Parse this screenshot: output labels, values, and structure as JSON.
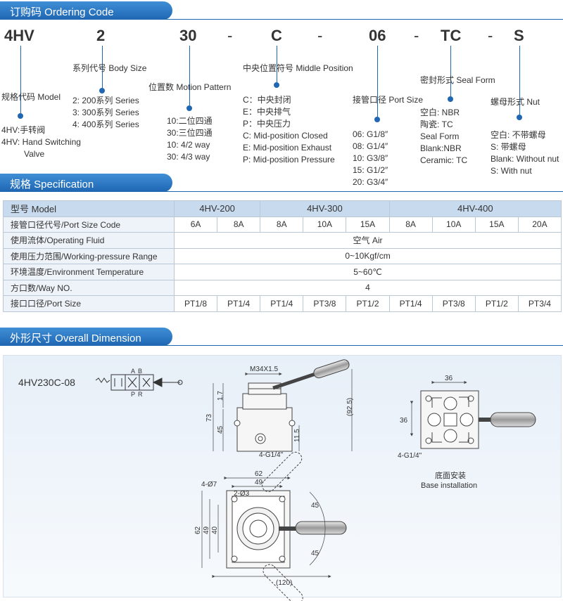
{
  "ordering": {
    "title": "订购码 Ordering Code",
    "codes": [
      "4HV",
      "2",
      "30",
      "-",
      "C",
      "-",
      "06",
      "-",
      "TC",
      "-",
      "S"
    ],
    "model_label": "规格代码 Model",
    "model_items": [
      "4HV:手转阀",
      "4HV: Hand Switching",
      "Valve"
    ],
    "body_label": "系列代号 Body Size",
    "body_items": [
      "2: 200系列 Series",
      "3: 300系列  Series",
      "4: 400系列 Series"
    ],
    "motion_label": "位置数 Motion  Pattern",
    "motion_items": [
      "10:二位四通",
      "30:三位四通",
      "10: 4/2 way",
      "30: 4/3 way"
    ],
    "middle_label": "中央位置符号 Middle Position",
    "middle_items": [
      "C：中央封闭",
      "E：中央排气",
      "P：中央压力",
      "C: Mid-position Closed",
      "E: Mid-position Exhaust",
      "P: Mid-position Pressure"
    ],
    "port_label": "接管口径 Port Size",
    "port_items": [
      "06: G1/8″",
      "08: G1/4″",
      "10: G3/8″",
      "15: G1/2″",
      "20: G3/4″"
    ],
    "seal_label": "密封形式 Seal Form",
    "seal_items": [
      "空白: NBR",
      "陶瓷: TC",
      "Seal Form",
      "Blank:NBR",
      "Ceramic:  TC"
    ],
    "nut_label": "螺母形式 Nut",
    "nut_items": [
      "空白: 不带螺母",
      "S: 带螺母",
      "Blank: Without nut",
      "S: With nut"
    ]
  },
  "spec": {
    "title": "规格 Specification",
    "model_label": "型号 Model",
    "models": [
      "4HV-200",
      "4HV-300",
      "4HV-400"
    ],
    "port_code_label": "接管口径代号/Port Size Code",
    "port_codes": [
      "6A",
      "8A",
      "8A",
      "10A",
      "15A",
      "8A",
      "10A",
      "15A",
      "20A"
    ],
    "fluid_label": "使用流体/Operating Fluid",
    "fluid": "空气    Air",
    "pressure_label": "使用压力范围/Working-pressure Range",
    "pressure": "0~10Kgf/cm",
    "temp_label": "环境温度/Environment Temperature",
    "temp": "5~60℃",
    "way_label": "方口数/Way NO.",
    "way": "4",
    "port_size_label": "接口口径/Port Size",
    "port_sizes": [
      "PT1/8",
      "PT1/4",
      "PT1/4",
      "PT3/8",
      "PT1/2",
      "PT1/4",
      "PT3/8",
      "PT1/2",
      "PT3/4"
    ]
  },
  "dimension": {
    "title": "外形尺寸 Overall Dimension",
    "model": "4HV230C-08",
    "symbol_ports": [
      "A",
      "B",
      "P",
      "R"
    ],
    "front": {
      "thread": "M34X1.5",
      "h_total": "73",
      "h_upper": "1.7",
      "h_45": "45",
      "h_11_5": "11.5",
      "h_92_5": "(92.5)",
      "port": "4-G1/4\""
    },
    "top": {
      "w62": "62",
      "w49": "49",
      "h62": "62",
      "h49": "49",
      "h40": "40",
      "hole1": "4-Ø7",
      "hole2": "2-Ø3",
      "angle1": "45",
      "angle2": "45",
      "w120": "(120)"
    },
    "base": {
      "w36": "36",
      "h36": "36",
      "port": "4-G1/4\"",
      "caption_cn": "底面安装",
      "caption_en": "Base installation"
    }
  }
}
